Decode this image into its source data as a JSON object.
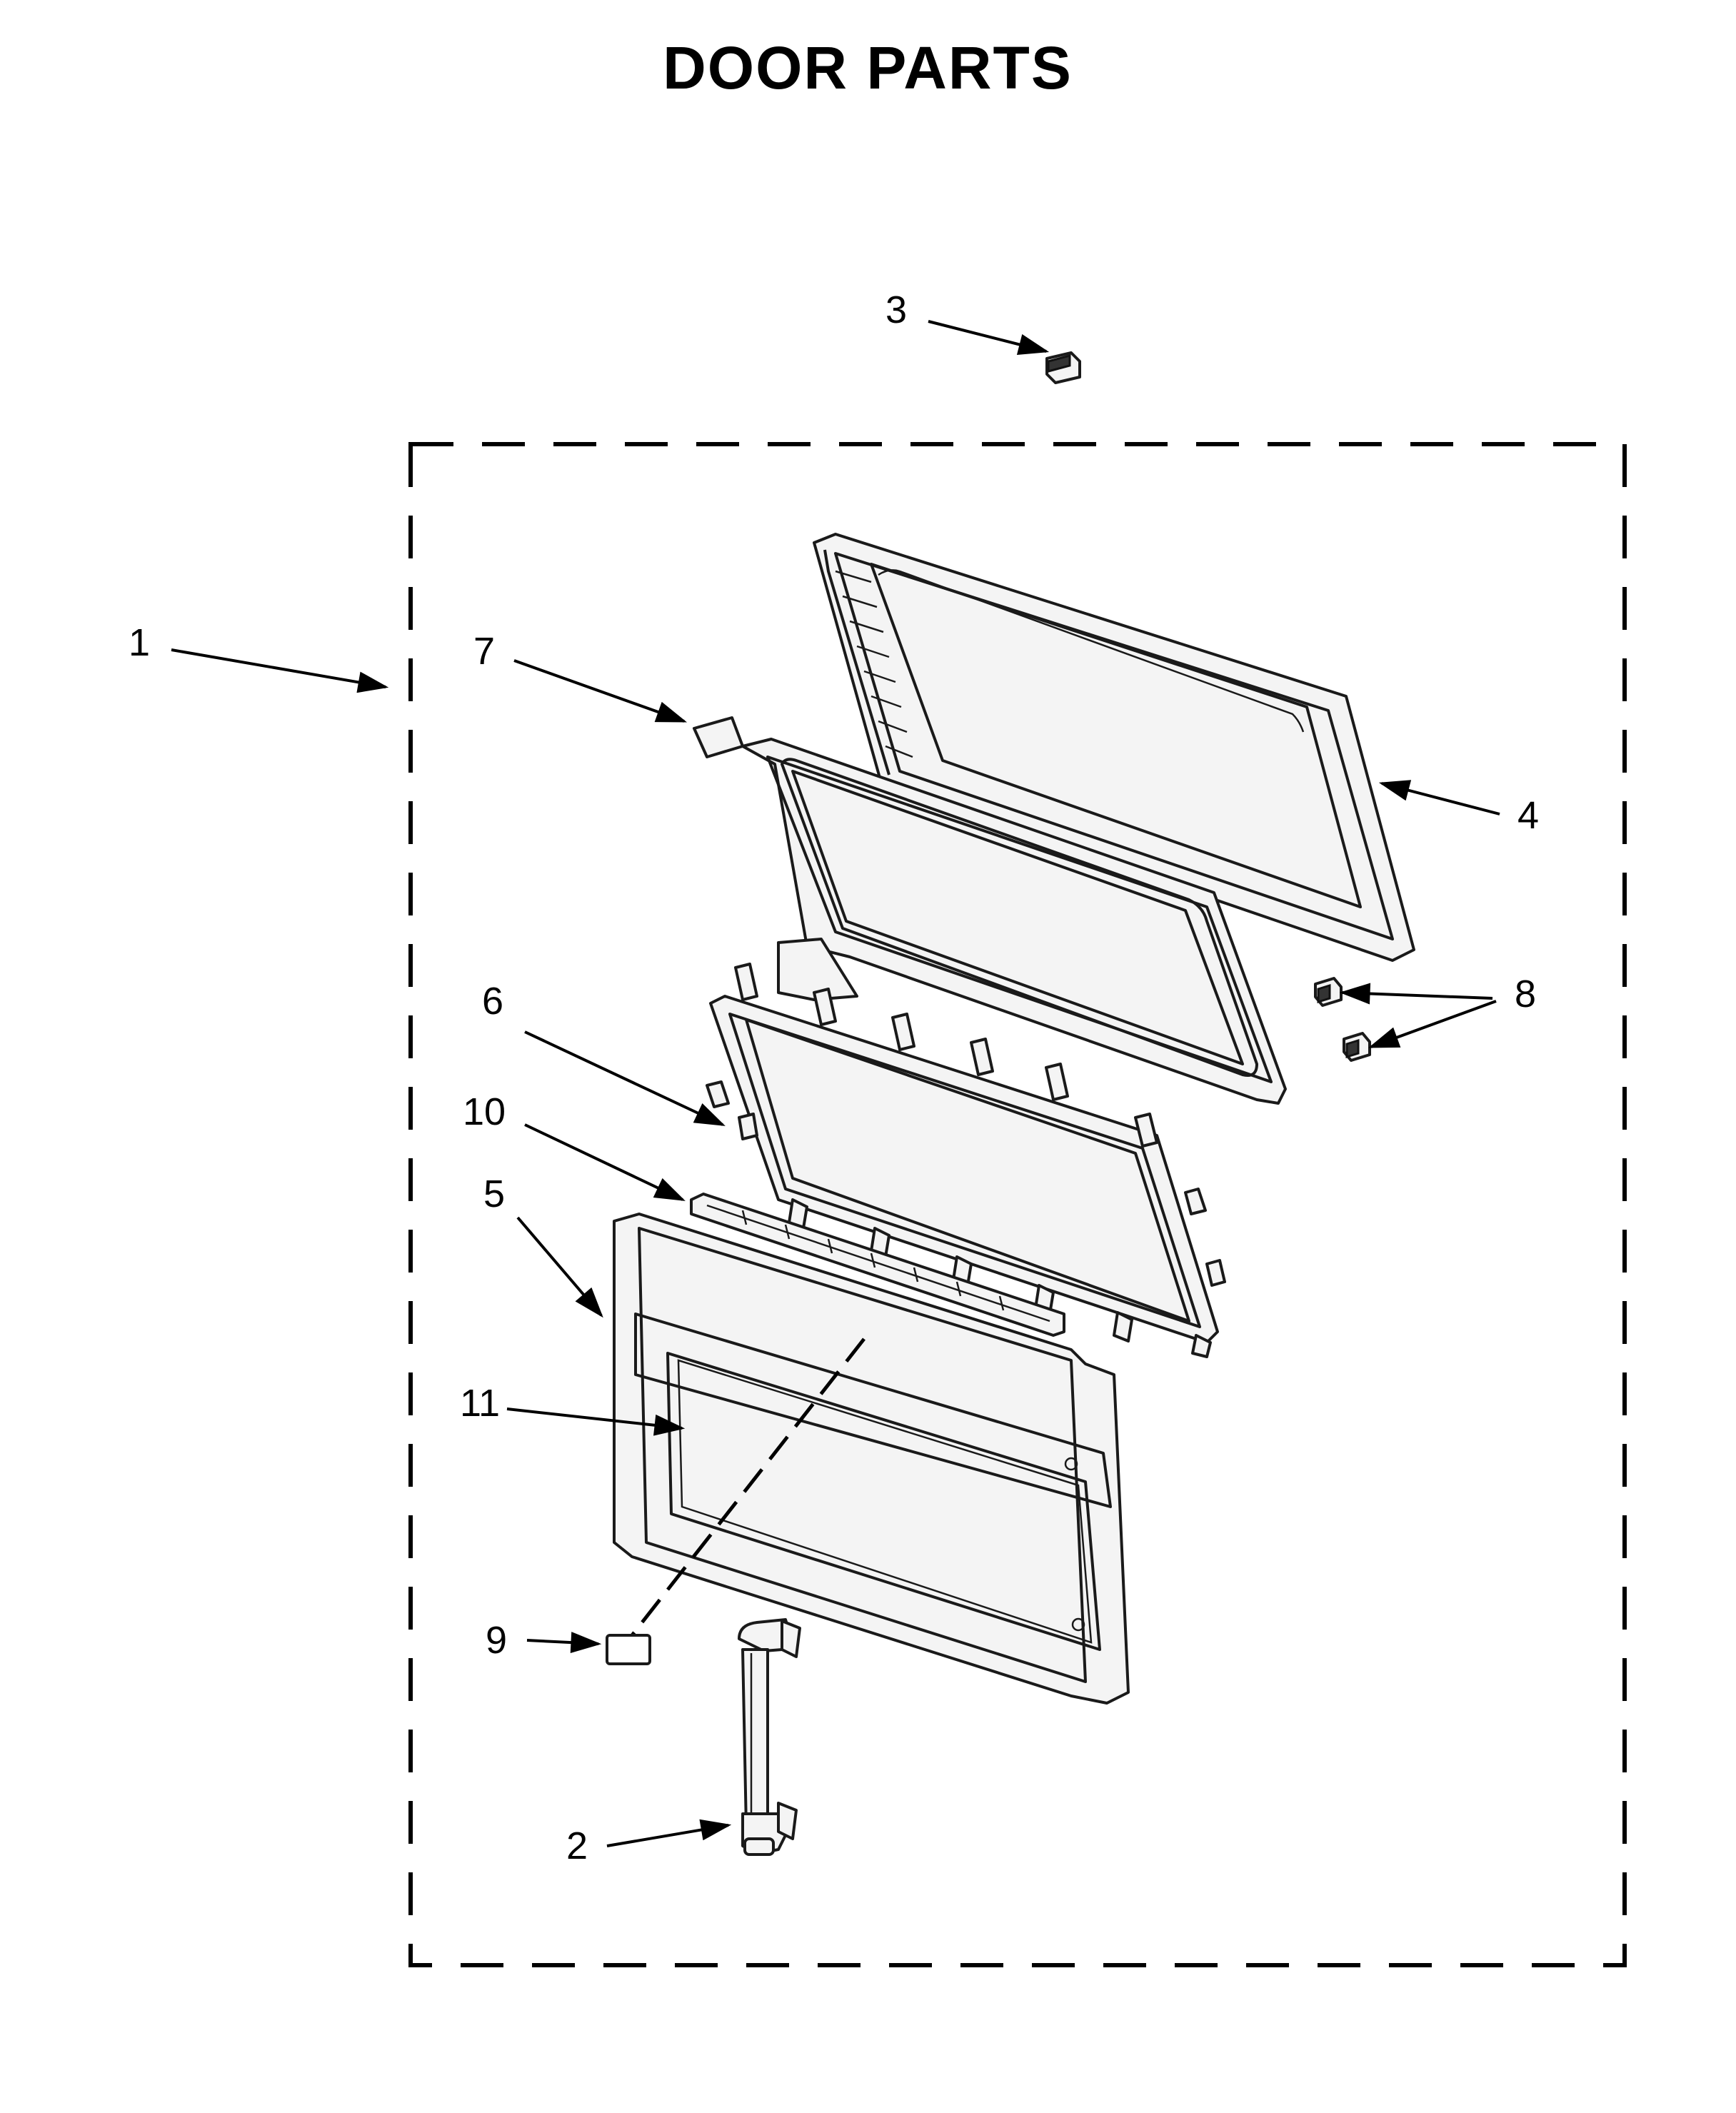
{
  "title": "DOOR PARTS",
  "callouts": [
    {
      "id": "1",
      "label": "1"
    },
    {
      "id": "2",
      "label": "2"
    },
    {
      "id": "3",
      "label": "3"
    },
    {
      "id": "4",
      "label": "4"
    },
    {
      "id": "5",
      "label": "5"
    },
    {
      "id": "6",
      "label": "6"
    },
    {
      "id": "7",
      "label": "7"
    },
    {
      "id": "8",
      "label": "8"
    },
    {
      "id": "9",
      "label": "9"
    },
    {
      "id": "10",
      "label": "10"
    },
    {
      "id": "11",
      "label": "11"
    }
  ]
}
